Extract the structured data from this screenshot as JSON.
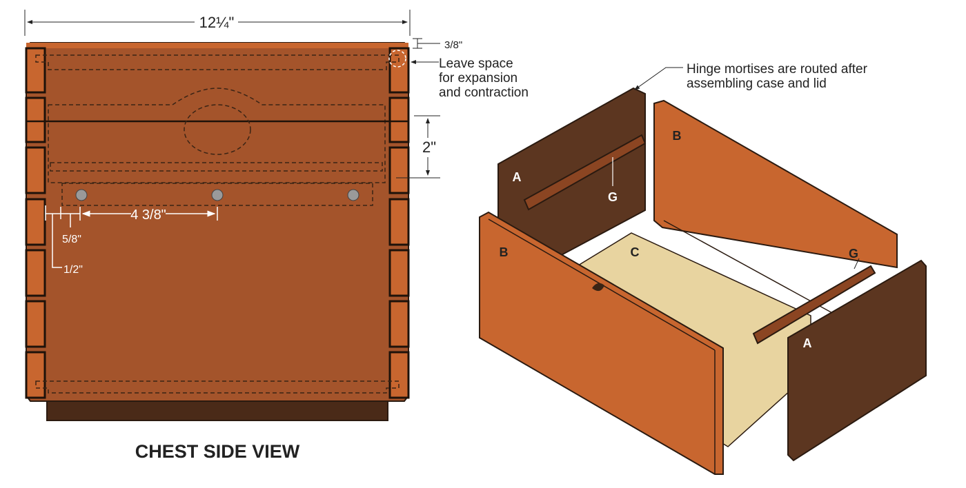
{
  "title": "CHEST SIDE VIEW",
  "dimensions": {
    "overall_width": "12¼\"",
    "top_offset": "3/8\"",
    "tray_height": "2\"",
    "screw_spacing": "4 3/8\"",
    "screw_inset": "5/8\"",
    "edge_inset": "1/2\""
  },
  "callouts": {
    "expansion_line1": "Leave space",
    "expansion_line2": "for expansion",
    "expansion_line3": "and contraction",
    "hinge_line1": "Hinge mortises are routed after",
    "hinge_line2": "assembling case and lid"
  },
  "part_labels": {
    "a_back": "A",
    "b_back": "B",
    "b_front": "B",
    "c_bottom": "C",
    "g_back": "G",
    "g_front": "G",
    "a_front": "A"
  },
  "colors": {
    "orange": "#C8662F",
    "body": "#A4542B",
    "dark": "#5C3620",
    "plywood": "#E8D4A0",
    "base": "#4A2A18"
  }
}
